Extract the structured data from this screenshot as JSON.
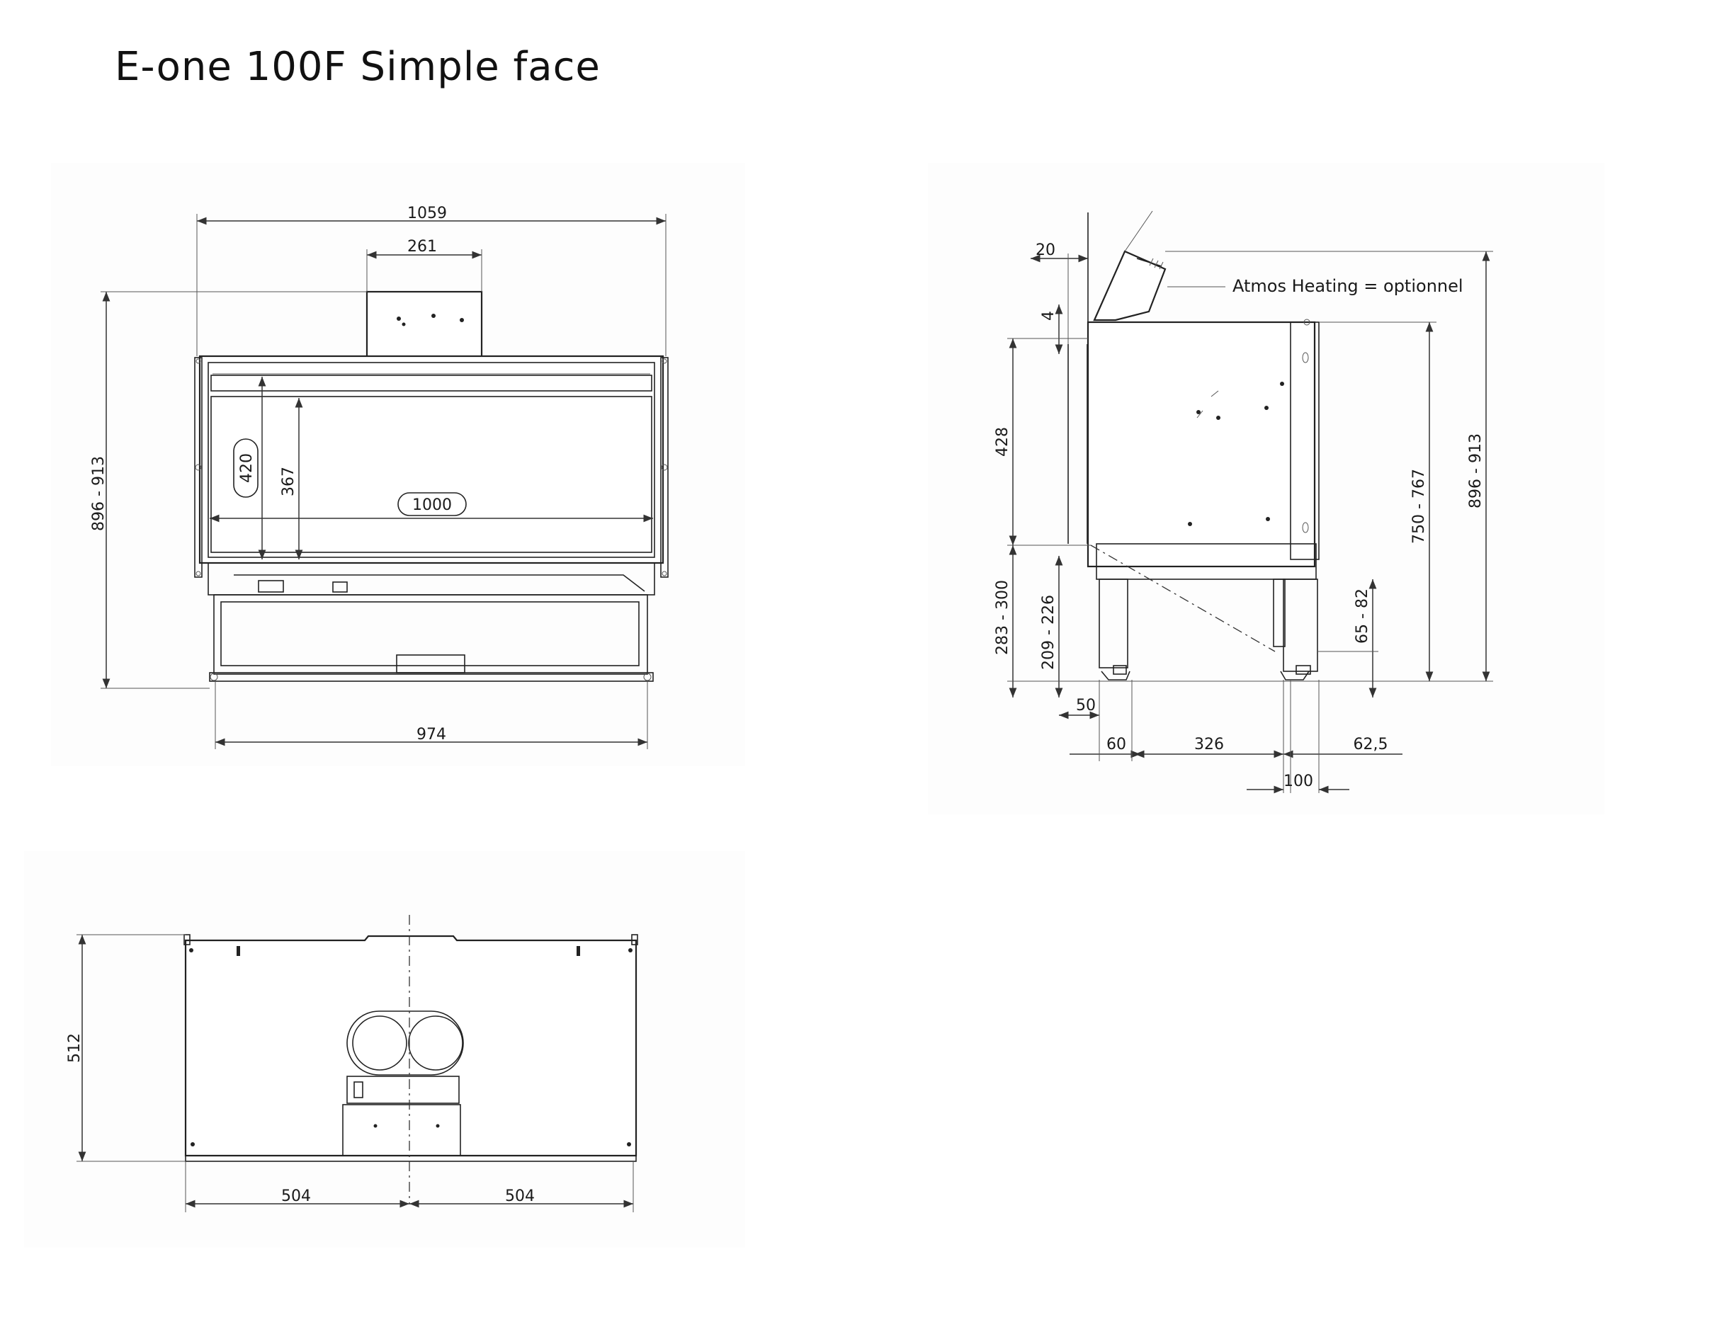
{
  "title": "E-one 100F Simple face",
  "front_view": {
    "overall_width": "1059",
    "flue_width": "261",
    "overall_height": "896 - 913",
    "glass_height_outer": "420",
    "glass_height_inner": "367",
    "glass_width": "1000",
    "base_width": "974"
  },
  "side_view": {
    "top_offset": "20",
    "top_step": "4",
    "option_label": "Atmos Heating = optionnel",
    "upper_height": "428",
    "leg_height_range": "283 - 300",
    "foot_height_range": "209 - 226",
    "foot_offset": "50",
    "body_height_range": "750 - 767",
    "overall_height_range": "896 - 913",
    "rear_foot_range": "65 - 82",
    "front_depth": "60",
    "mid_depth": "326",
    "rear_depth": "62,5",
    "rear_foot_width": "100"
  },
  "top_view": {
    "depth": "512",
    "half_width_left": "504",
    "half_width_right": "504"
  }
}
